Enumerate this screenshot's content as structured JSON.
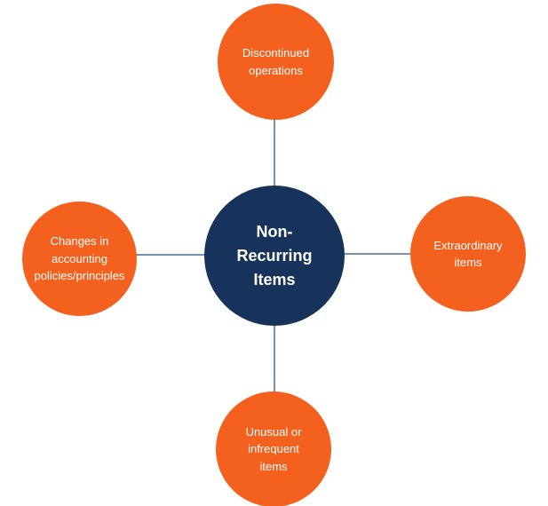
{
  "diagram": {
    "title": "Non-Recurring Items diagram",
    "colors": {
      "center_fill": "#17335B",
      "node_fill": "#F4611F",
      "text": "#FFFFFF",
      "connector": "#7490B5",
      "background": "#FFFFFF"
    },
    "center": {
      "label": "Non-Recurring Items"
    },
    "nodes": [
      {
        "id": "top",
        "label": "Discontinued operations"
      },
      {
        "id": "right",
        "label": "Extraordinary items"
      },
      {
        "id": "bottom",
        "label": "Unusual or infrequent items"
      },
      {
        "id": "left",
        "label": "Changes in accounting policies/principles"
      }
    ]
  }
}
